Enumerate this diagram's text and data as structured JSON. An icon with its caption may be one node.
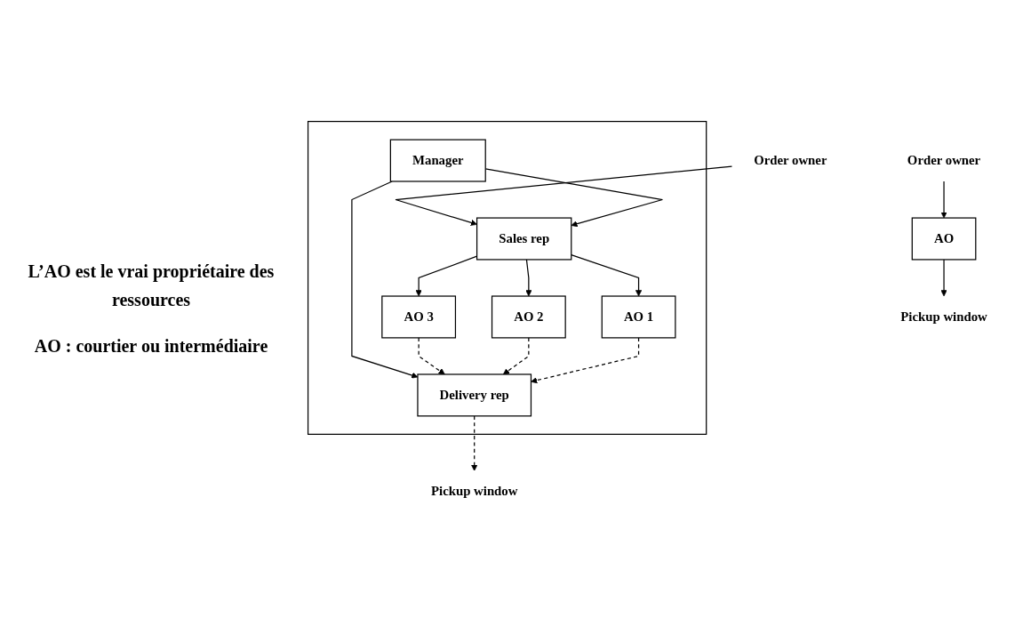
{
  "diagram": {
    "nodes": [
      {
        "text": [
          "Order owner"
        ]
      },
      {
        "text": [
          "Pickup window"
        ]
      },
      {
        "text": [
          "AO"
        ]
      },
      {
        "text": [
          "Order owner"
        ]
      },
      {
        "text": [
          "Pickup window"
        ]
      },
      {
        "text": [],
        "shape": "box"
      },
      {
        "text": [
          "Manager"
        ],
        "in": 5
      },
      {
        "text": [
          "Sales rep"
        ],
        "in": 5
      },
      {
        "text": [
          "Delivery rep"
        ],
        "in": 5
      },
      {
        "text": [
          "AO 3"
        ],
        "in": 5
      },
      {
        "text": [
          "AO 2"
        ],
        "in": 5
      },
      {
        "text": [
          "AO 1"
        ],
        "in": 5
      }
    ],
    "edges": [
      {
        "from": 0,
        "to": 2,
        "arrow": "to"
      },
      {
        "from": 2,
        "to": 1,
        "arrow": "to"
      },
      {
        "from": 3,
        "to": 7,
        "arrow": "to"
      },
      {
        "from": 8,
        "to": 4,
        "arrow": "to",
        "style": "dashed"
      },
      {
        "from": 6,
        "to": 7,
        "arrow": "to"
      },
      {
        "from": 6,
        "to": 8,
        "arrow": "to"
      },
      {
        "from": 7,
        "to": 11,
        "arrow": "to"
      },
      {
        "from": 7,
        "to": 10,
        "arrow": "to"
      },
      {
        "from": 7,
        "to": 9,
        "arrow": "to"
      },
      {
        "from": 9,
        "to": 8,
        "arrow": "to",
        "style": "dashed"
      },
      {
        "from": 10,
        "to": 8,
        "arrow": "to",
        "style": "dashed"
      },
      {
        "from": 11,
        "to": 8,
        "arrow": "to",
        "style": "dashed"
      }
    ],
    "labels": [
      "L’AO est le vrai propriétaire des ressources",
      "AO : courtier ou intermédiaire"
    ]
  }
}
